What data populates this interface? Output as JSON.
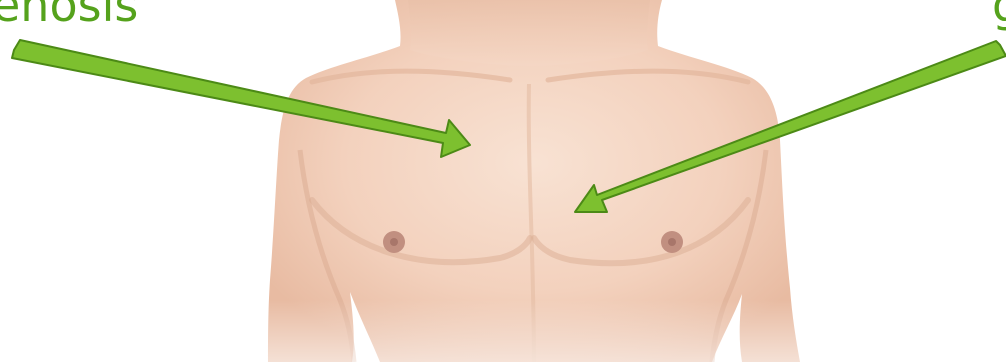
{
  "labels": {
    "left_text": "enosis",
    "right_text": "g"
  },
  "colors": {
    "label": "#55a21c",
    "arrow_fill": "#7dc02f",
    "arrow_stroke": "#4c8a16",
    "skin_light": "#f7dccb",
    "skin_mid": "#efc6ae",
    "skin_shadow": "#dcae95",
    "nipple": "#b98576",
    "background": "#ffffff"
  },
  "figure": {
    "subject": "male-chest-illustration"
  },
  "icons": {
    "left_arrow": "arrow-right-down-icon",
    "right_arrow": "arrow-left-down-icon"
  }
}
